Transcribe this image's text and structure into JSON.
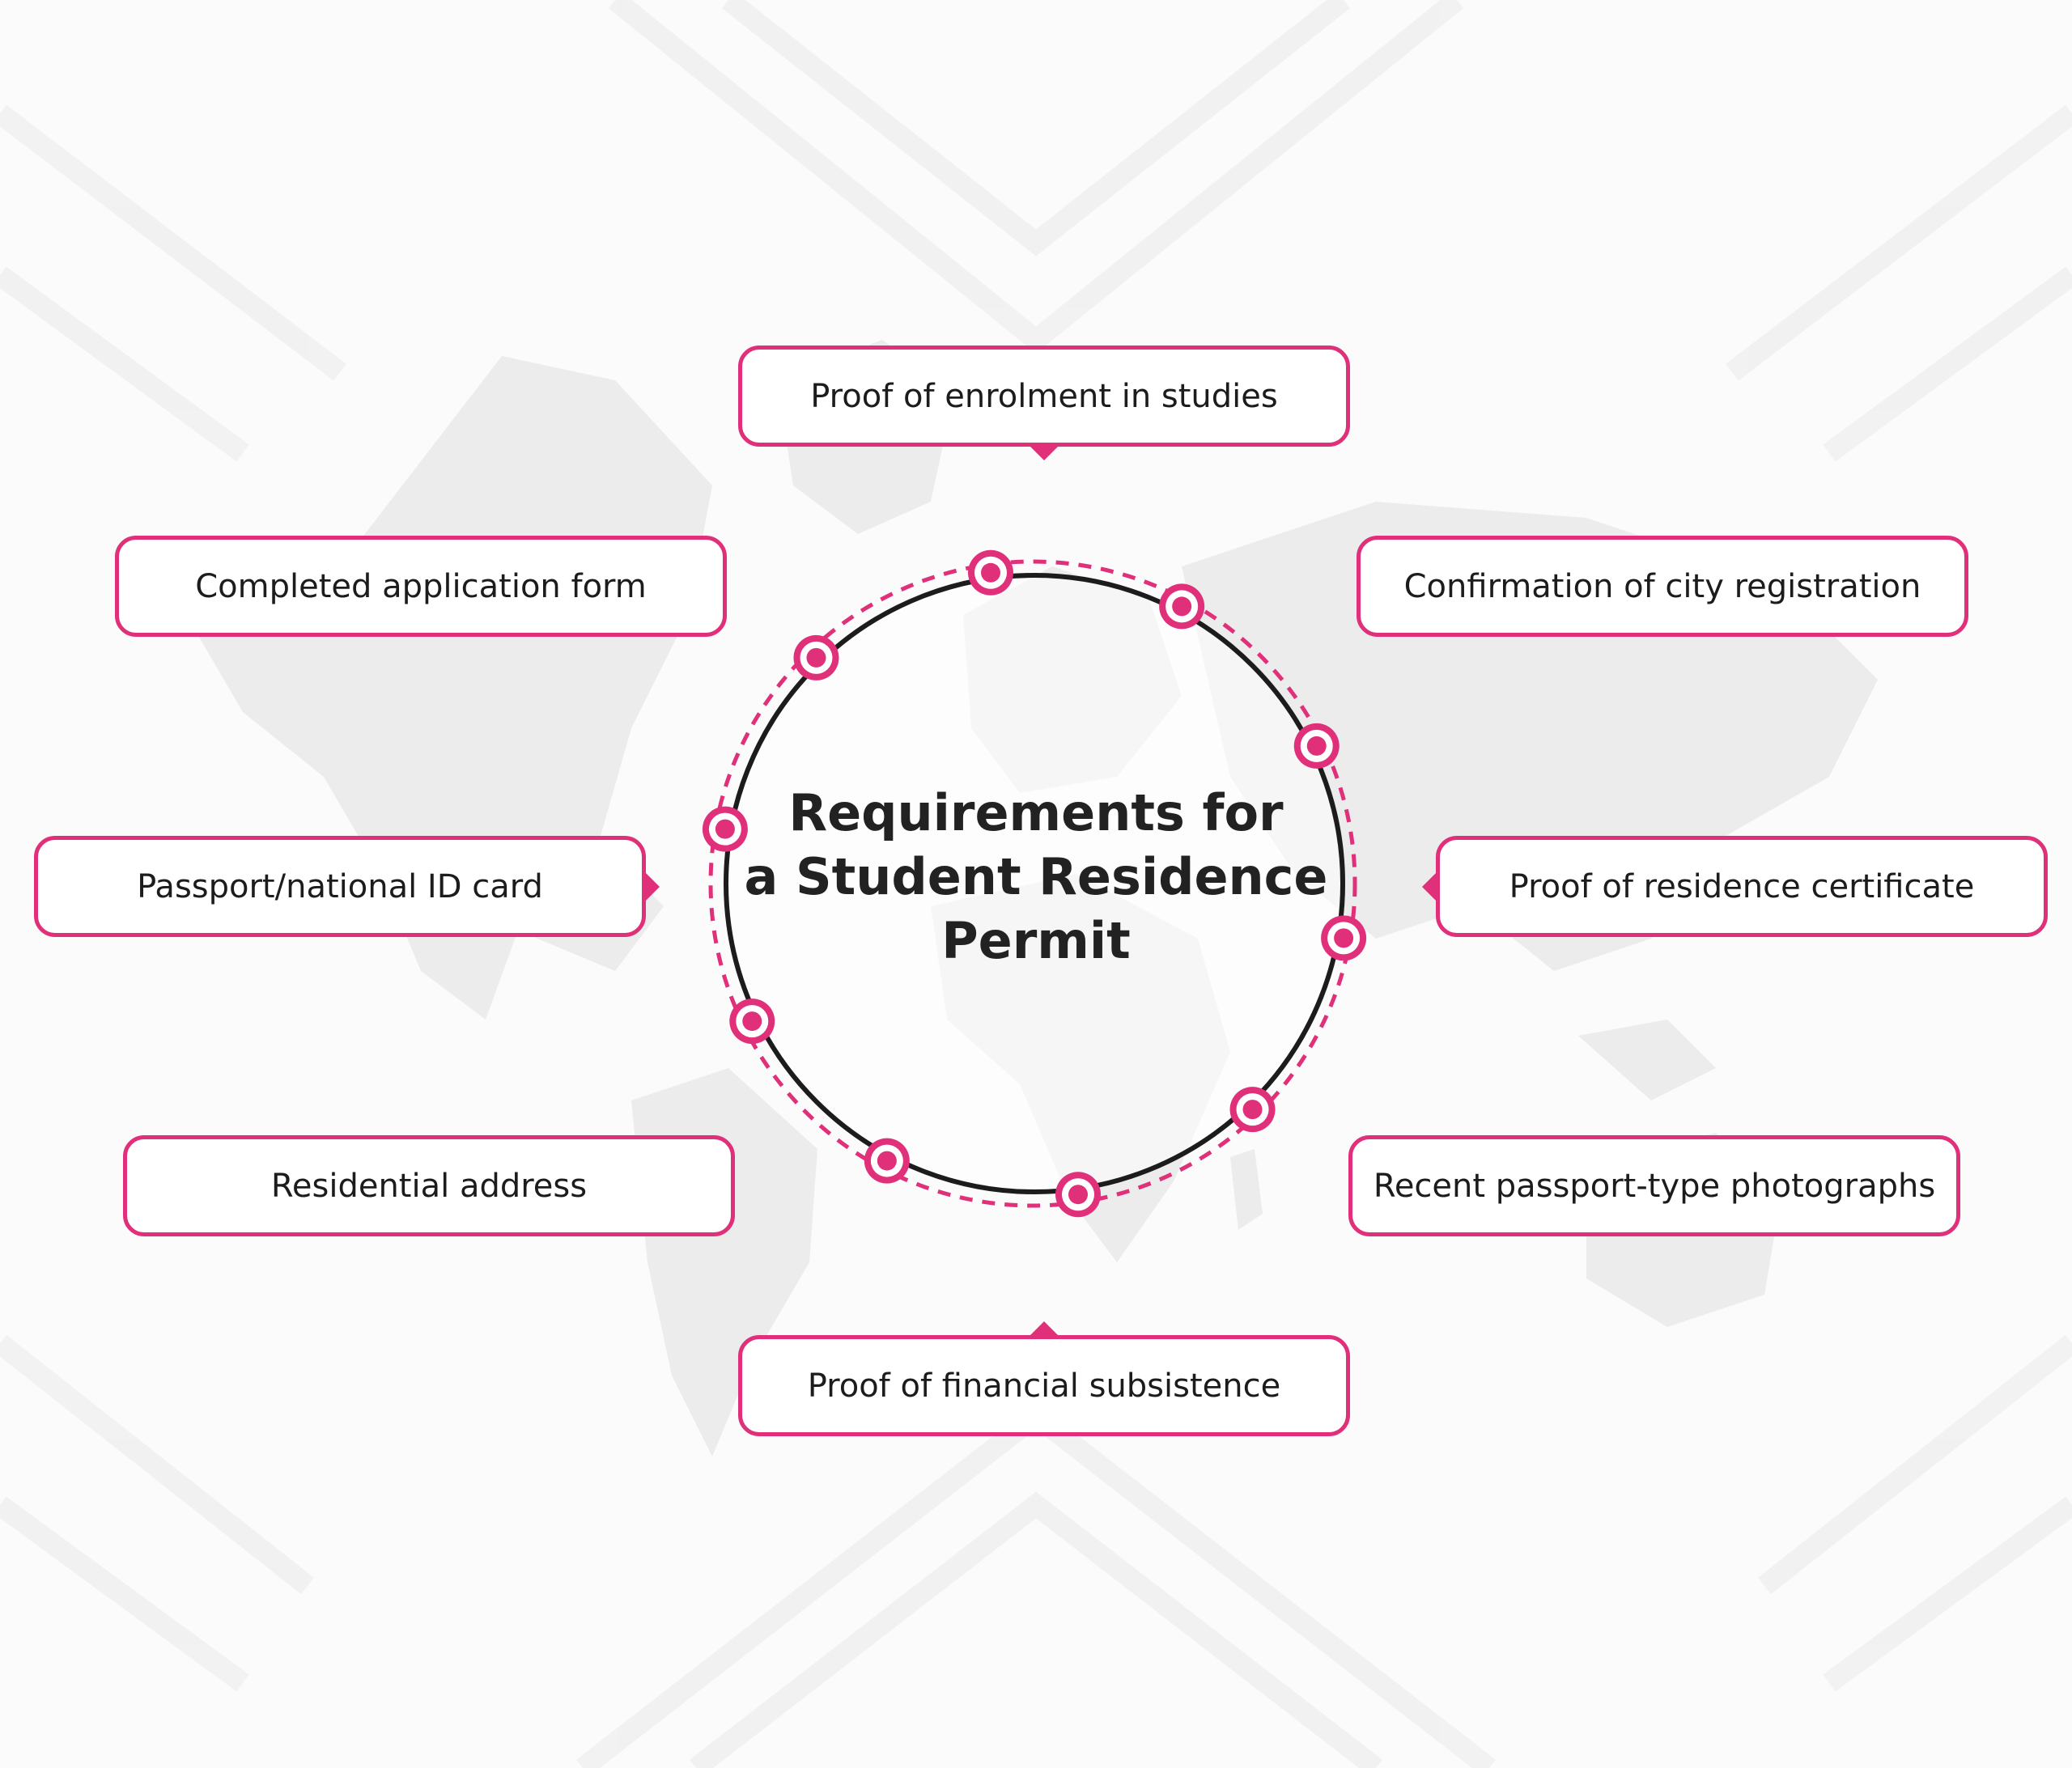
{
  "title_lines": [
    "Requirements for",
    "a Student Residence",
    "Permit"
  ],
  "requirements": [
    {
      "label": "Proof of enrolment in studies"
    },
    {
      "label": "Completed application form"
    },
    {
      "label": "Confirmation of city registration"
    },
    {
      "label": "Passport/national ID card"
    },
    {
      "label": "Proof of residence certificate"
    },
    {
      "label": "Residential address"
    },
    {
      "label": "Recent passport-type photographs"
    },
    {
      "label": "Proof of financial subsistence"
    }
  ],
  "node_count": 10,
  "colors": {
    "accent": "#e0307a",
    "ring": "#1c1c1c",
    "text": "#1c1c1c",
    "map": "#e9e9e9",
    "background": "#fbfbfb"
  }
}
